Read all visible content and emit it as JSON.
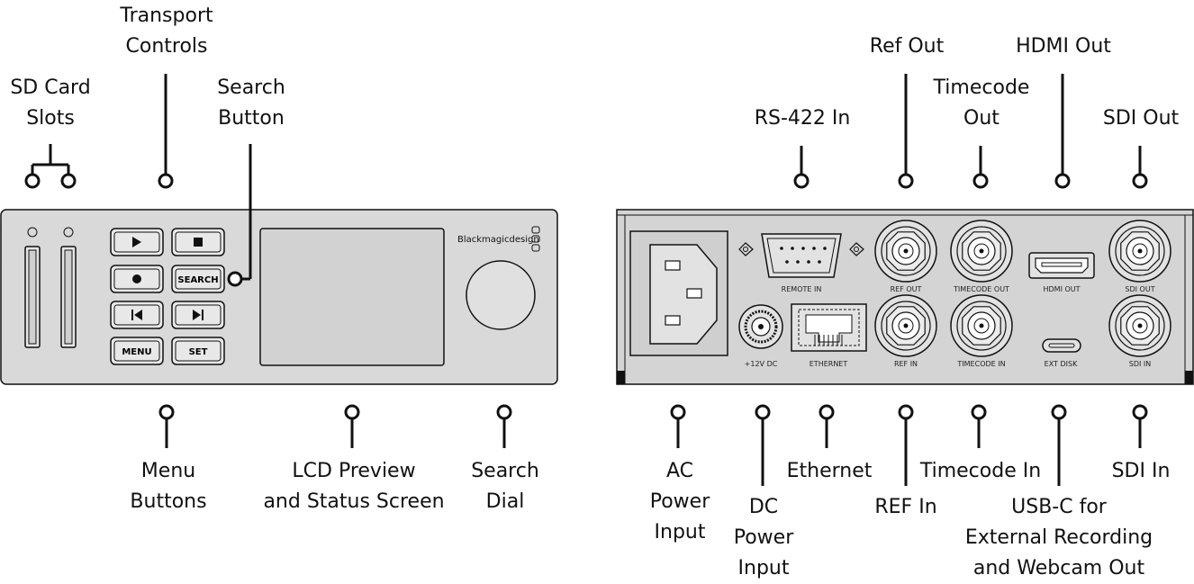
{
  "callouts": {
    "sd_card_slots": [
      "SD Card",
      "Slots"
    ],
    "transport_controls": [
      "Transport",
      "Controls"
    ],
    "search_button": [
      "Search",
      "Button"
    ],
    "menu_buttons": [
      "Menu",
      "Buttons"
    ],
    "lcd_preview": [
      "LCD Preview",
      "and Status Screen"
    ],
    "search_dial": [
      "Search",
      "Dial"
    ],
    "rs422_in": [
      "RS-422 In"
    ],
    "ref_out": [
      "Ref Out"
    ],
    "timecode_out": [
      "Timecode",
      "Out"
    ],
    "hdmi_out": [
      "HDMI Out"
    ],
    "sdi_out": [
      "SDI Out"
    ],
    "ac_power": [
      "AC",
      "Power",
      "Input"
    ],
    "dc_power": [
      "DC",
      "Power",
      "Input"
    ],
    "ethernet": [
      "Ethernet"
    ],
    "ref_in": [
      "REF In"
    ],
    "timecode_in": [
      "Timecode In"
    ],
    "usbc": [
      "USB-C for",
      "External Recording",
      "and Webcam Out"
    ],
    "sdi_in": [
      "SDI In"
    ]
  },
  "front_panel": {
    "brand": "Blackmagicdesign",
    "buttons": {
      "search": "SEARCH",
      "menu": "MENU",
      "set": "SET"
    }
  },
  "rear_panel": {
    "remote_in": "REMOTE IN",
    "dc": "+12V DC",
    "ethernet": "ETHERNET",
    "ref_out": "REF OUT",
    "ref_in": "REF IN",
    "timecode_out": "TIMECODE OUT",
    "timecode_in": "TIMECODE IN",
    "hdmi_out": "HDMI OUT",
    "ext_disk": "EXT DISK",
    "sdi_out": "SDI OUT",
    "sdi_in": "SDI IN"
  },
  "colors": {
    "panel_fill": "#d9d9d9",
    "rear_fill": "#d4d4d4",
    "stroke": "#111111"
  }
}
